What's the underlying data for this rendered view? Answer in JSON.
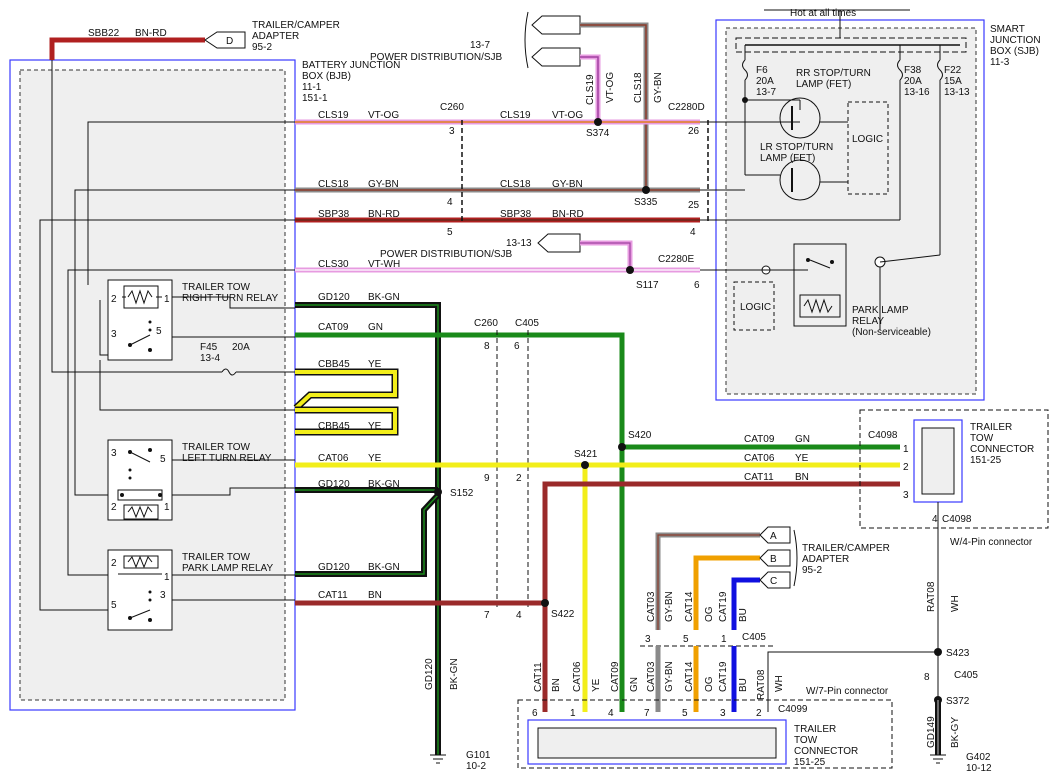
{
  "labels": {
    "trailer_camper_adapter_top": "TRAILER/CAMPER",
    "trailer_camper_adapter_top2": "ADAPTER",
    "trailer_camper_adapter_top_ref": "95-2",
    "adapter_pin_d": "D",
    "sbb22": "SBB22",
    "sbb22_color": "BN-RD",
    "bjb_l1": "BATTERY JUNCTION",
    "bjb_l2": "BOX (BJB)",
    "bjb_l3": "11-1",
    "bjb_l4": "151-1",
    "pd_top_ref": "13-7",
    "pd_top": "POWER DISTRIBUTION/SJB",
    "pd_mid_ref": "13-13",
    "pd_mid": "POWER DISTRIBUTION/SJB",
    "hot_at_all_times": "Hot at all times",
    "sjb_l1": "SMART",
    "sjb_l2": "JUNCTION",
    "sjb_l3": "BOX (SJB)",
    "sjb_l4": "11-3",
    "f6": "F6",
    "f6_amp": "20A",
    "f6_ref": "13-7",
    "f38": "F38",
    "f38_amp": "20A",
    "f38_ref": "13-16",
    "f22": "F22",
    "f22_amp": "15A",
    "f22_ref": "13-13",
    "rr_lamp_l1": "RR STOP/TURN",
    "rr_lamp_l2": "LAMP (FET)",
    "lr_lamp_l1": "LR STOP/TURN",
    "lr_lamp_l2": "LAMP (FET)",
    "logic_upper": "LOGIC",
    "logic_lower": "LOGIC",
    "park_relay_l1": "PARK LAMP",
    "park_relay_l2": "RELAY",
    "park_relay_l3": "(Non-serviceable)",
    "c2280d": "C2280D",
    "c2280e": "C2280E",
    "c260_top": "C260",
    "c260_mid": "C260",
    "c405_mid": "C405",
    "c405_lower": "C405",
    "c405_right": "C405",
    "cls19_a": "CLS19",
    "cls19_a_color": "VT-OG",
    "cls19_b": "CLS19",
    "cls19_b_color": "VT-OG",
    "cls19_vert": "CLS19",
    "cls19_vert_color": "VT-OG",
    "cls18_vert": "CLS18",
    "cls18_vert_color": "GY-BN",
    "cls18_a": "CLS18",
    "cls18_a_color": "GY-BN",
    "cls18_b": "CLS18",
    "cls18_b_color": "GY-BN",
    "sbp38_a": "SBP38",
    "sbp38_a_color": "BN-RD",
    "sbp38_b": "SBP38",
    "sbp38_b_color": "BN-RD",
    "cls30": "CLS30",
    "cls30_color": "VT-WH",
    "gd120_a": "GD120",
    "gd120_a_color": "BK-GN",
    "cat09_a": "CAT09",
    "cat09_a_color": "GN",
    "f45": "F45",
    "f45_amp": "20A",
    "f45_ref": "13-4",
    "cbb45_a": "CBB45",
    "cbb45_a_color": "YE",
    "cbb45_b": "CBB45",
    "cbb45_b_color": "YE",
    "cat06_a": "CAT06",
    "cat06_a_color": "YE",
    "gd120_b": "GD120",
    "gd120_b_color": "BK-GN",
    "gd120_c": "GD120",
    "gd120_c_color": "BK-GN",
    "cat11_a": "CAT11",
    "cat11_a_color": "BN",
    "rt_relay_l1": "TRAILER TOW",
    "rt_relay_l2": "RIGHT TURN RELAY",
    "lt_relay_l1": "TRAILER TOW",
    "lt_relay_l2": "LEFT TURN RELAY",
    "pk_relay_l1": "TRAILER TOW",
    "pk_relay_l2": "PARK LAMP RELAY",
    "s374": "S374",
    "s335": "S335",
    "s117": "S117",
    "s420": "S420",
    "s421": "S421",
    "s152": "S152",
    "s422": "S422",
    "s423": "S423",
    "s372": "S372",
    "cat09_b": "CAT09",
    "cat09_b_color": "GN",
    "cat06_b": "CAT06",
    "cat06_b_color": "YE",
    "cat11_b": "CAT11",
    "cat11_b_color": "BN",
    "c4098_top": "C4098",
    "c4098_bot": "C4098",
    "ttc4_l1": "TRAILER",
    "ttc4_l2": "TOW",
    "ttc4_l3": "CONNECTOR",
    "ttc4_l4": "151-25",
    "w4pin": "W/4-Pin connector",
    "rat08_vert": "RAT08",
    "rat08_vert_color": "WH",
    "adapter2_l1": "TRAILER/CAMPER",
    "adapter2_l2": "ADAPTER",
    "adapter2_l3": "95-2",
    "pin_a": "A",
    "pin_b": "B",
    "pin_c": "C",
    "w7pin": "W/7-Pin connector",
    "c4099": "C4099",
    "ttc7_l1": "TRAILER",
    "ttc7_l2": "TOW",
    "ttc7_l3": "CONNECTOR",
    "ttc7_l4": "151-25",
    "g101": "G101",
    "g101_ref": "10-2",
    "g402": "G402",
    "g402_ref": "10-12",
    "gd120_vert": "GD120",
    "gd120_vert_color": "BK-GN",
    "gd149_vert": "GD149",
    "gd149_vert_color": "BK-GY",
    "v_cat11": "CAT11",
    "v_cat11_c": "BN",
    "v_cat06": "CAT06",
    "v_cat06_c": "YE",
    "v_cat09": "CAT09",
    "v_cat09_c": "GN",
    "v_cat03": "CAT03",
    "v_cat03_c": "GY-BN",
    "v_cat14": "CAT14",
    "v_cat14_c": "OG",
    "v_cat19": "CAT19",
    "v_cat19_c": "BU",
    "v_rat08": "RAT08",
    "v_rat08_c": "WH",
    "u_cat03": "CAT03",
    "u_cat03_c": "GY-BN",
    "u_cat14": "CAT14",
    "u_cat14_c": "OG",
    "u_cat19": "CAT19",
    "u_cat19_c": "BU",
    "pin3": "3",
    "pin26": "26",
    "pin4a": "4",
    "pin25": "25",
    "pin4b": "4",
    "pin5": "5",
    "pin4c": "4",
    "pin6": "6",
    "pin8": "8",
    "pin6b": "6",
    "pin9": "9",
    "pin2": "2",
    "pin7": "7",
    "pin4d": "4",
    "pin1r": "1",
    "pin2r": "2",
    "pin4r": "4",
    "pin3r": "3",
    "pin4bot": "4",
    "p6": "6",
    "p1": "1",
    "p4": "4",
    "p7": "7",
    "p5": "5",
    "p3": "3",
    "p2": "2",
    "u3": "3",
    "u5": "5",
    "u1": "1",
    "c405_8": "8",
    "rr1": "1",
    "rr2": "2",
    "rr3": "3",
    "rr5": "5",
    "lr1": "1",
    "lr2": "2",
    "lr3": "3",
    "lr5": "5",
    "pk1": "1",
    "pk2": "2",
    "pk3": "3",
    "pk5": "5"
  },
  "wire_colors": {
    "red": "#b02020",
    "pink": "#e79be0",
    "gray_brown": "#8a8a8a",
    "brown_red": "#9a2a2a",
    "black": "#111111",
    "green": "#1a8a1a",
    "yellow": "#f2ee1a",
    "orange": "#f0a000",
    "blue": "#1010e0",
    "brown": "#8b3a2a"
  },
  "icons": [
    "fuse-icon",
    "ground-icon",
    "relay-coil-icon",
    "fet-icon",
    "splice-icon"
  ]
}
